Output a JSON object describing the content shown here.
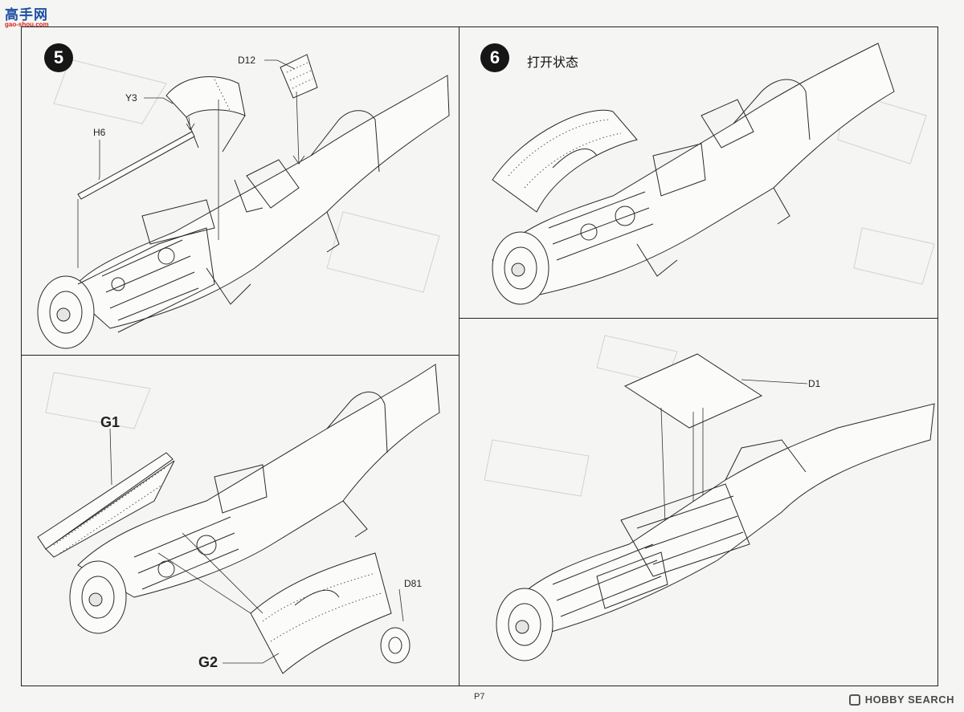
{
  "header": {
    "logo_text": "高手网",
    "logo_sub": "gao-shou.com"
  },
  "steps": [
    {
      "number": "5",
      "title": ""
    },
    {
      "number": "6",
      "title": "打开状态"
    }
  ],
  "part_labels": {
    "d12": "D12",
    "y3": "Y3",
    "h6": "H6",
    "g1": "G1",
    "g2": "G2",
    "d81": "D81",
    "d1": "D1"
  },
  "footer": {
    "page_number": "P7",
    "watermark": "HOBBY SEARCH"
  }
}
